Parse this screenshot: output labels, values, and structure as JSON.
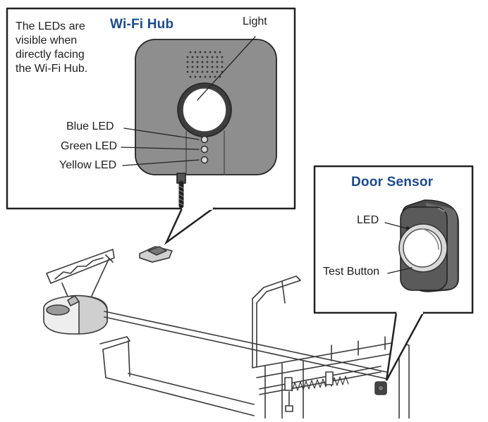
{
  "wifi_hub": {
    "title": "Wi-Fi Hub",
    "note": "The LEDs are\nvisible when\ndirectly facing\nthe Wi-Fi Hub.",
    "light_label": "Light",
    "blue_led_label": "Blue LED",
    "green_led_label": "Green LED",
    "yellow_led_label": "Yellow LED"
  },
  "door_sensor": {
    "title": "Door Sensor",
    "led_label": "LED",
    "test_button_label": "Test Button"
  },
  "colors": {
    "title_blue": "#1c4a8c",
    "hub_gray": "#8e8e8e",
    "outline": "#222222"
  }
}
